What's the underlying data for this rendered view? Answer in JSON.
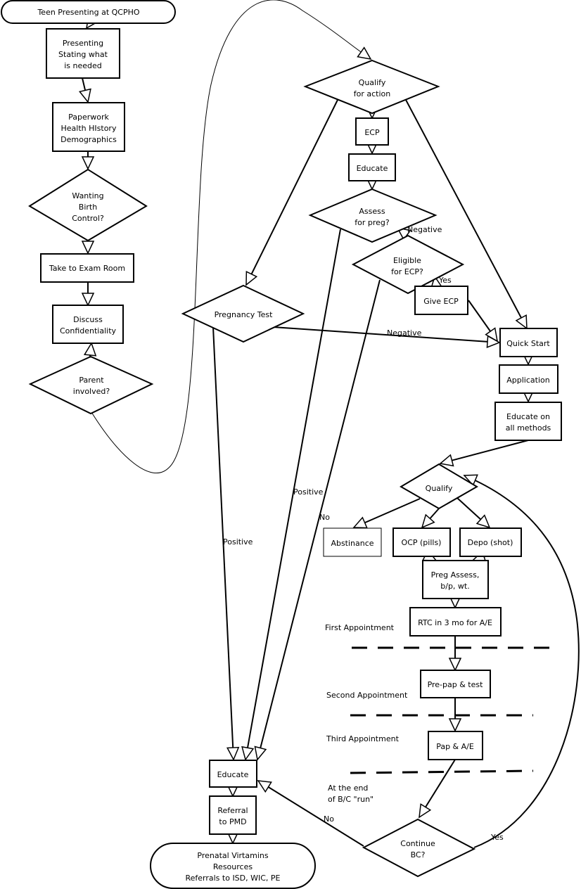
{
  "diagram": {
    "nodes": {
      "start": [
        "Teen Presenting at QCPHO"
      ],
      "presenting": [
        "Presenting",
        "Stating what",
        "is needed"
      ],
      "paperwork": [
        "Paperwork",
        "Health HIstory",
        "Demographics"
      ],
      "wanting_bc": [
        "Wanting",
        "Birth",
        "Control?"
      ],
      "exam_room": [
        "Take to Exam Room"
      ],
      "confidentiality": [
        "Discuss",
        "Confidentiality"
      ],
      "parent": [
        "Parent",
        "involved?"
      ],
      "qualify_action": [
        "Qualify",
        "for action"
      ],
      "ecp": [
        "ECP"
      ],
      "educate_top": [
        "Educate"
      ],
      "assess_preg": [
        "Assess",
        "for preg?"
      ],
      "eligible_ecp": [
        "Eligible",
        "for ECP?"
      ],
      "give_ecp": [
        "Give ECP"
      ],
      "pregnancy_test": [
        "Pregnancy Test"
      ],
      "quick_start": [
        "Quick Start"
      ],
      "application": [
        "Application"
      ],
      "educate_methods": [
        "Educate on",
        "all methods"
      ],
      "qualify": [
        "Qualify"
      ],
      "abstinance": [
        "Abstinance"
      ],
      "ocp": [
        "OCP (pills)"
      ],
      "depo": [
        "Depo (shot)"
      ],
      "preg_assess": [
        "Preg Assess,",
        "b/p, wt."
      ],
      "rtc": [
        "RTC in 3 mo for A/E"
      ],
      "prepap": [
        "Pre-pap & test"
      ],
      "pap": [
        "Pap & A/E"
      ],
      "continue_bc": [
        "Continue",
        "BC?"
      ],
      "educate_bottom": [
        "Educate"
      ],
      "referral_pmd": [
        "Referral",
        "to PMD"
      ],
      "end": [
        "Prenatal Virtamins",
        "Resources",
        "Referrals to ISD, WIC, PE"
      ]
    },
    "edge_labels": {
      "negative_assess": "Negative",
      "yes_eligible": "Yes",
      "negative_pregtest": "Negative",
      "positive_assess": "Positive",
      "no_eligible": "No",
      "positive_pregtest": "Positive",
      "no_continue": "No",
      "yes_continue": "Yes"
    },
    "phase_labels": {
      "first": "First Appointment",
      "second": "Second Appointment",
      "third": "Third Appointment",
      "end_run": [
        "At the end",
        "of B/C \"run\""
      ]
    }
  }
}
